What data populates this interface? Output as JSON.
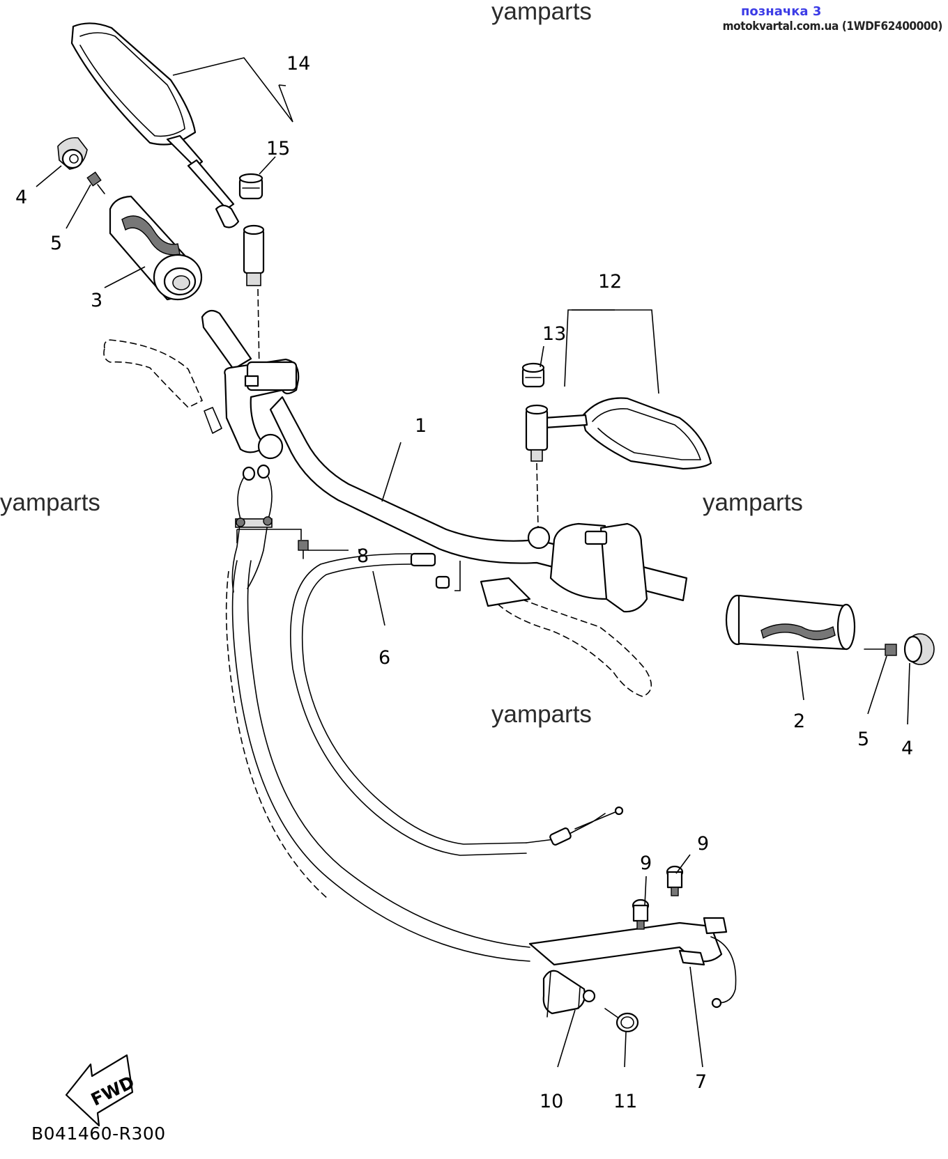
{
  "header": {
    "page_label": "позначка 3",
    "site_label": "motokvartal.com.ua (1WDF62400000)"
  },
  "watermarks": [
    "yamparts",
    "yamparts",
    "yamparts",
    "yamparts"
  ],
  "callouts": {
    "c1": "1",
    "c2": "2",
    "c3": "3",
    "c4_left": "4",
    "c4_right": "4",
    "c5_left": "5",
    "c5_right": "5",
    "c6": "6",
    "c7": "7",
    "c8": "8",
    "c9_a": "9",
    "c9_b": "9",
    "c10": "10",
    "c11": "11",
    "c12": "12",
    "c13": "13",
    "c14": "14",
    "c15": "15"
  },
  "fwd_label": "FWD",
  "diagram_code": "B041460-R300"
}
